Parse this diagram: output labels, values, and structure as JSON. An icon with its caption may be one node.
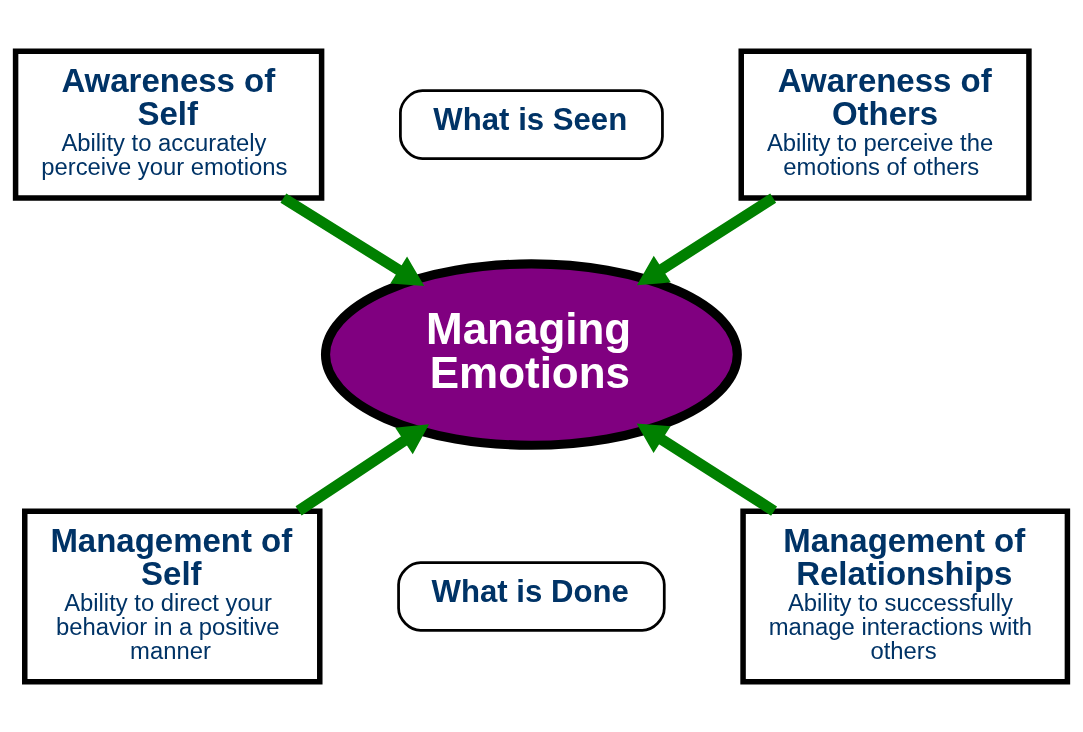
{
  "diagram": {
    "nodes": [
      {
        "text": [
          "Awareness of Self",
          "Ability to accurately perceive your emotions"
        ]
      },
      {
        "text": [
          "What is Seen"
        ]
      },
      {
        "text": [
          "Awareness of Others",
          "Ability to perceive the emotions of others"
        ]
      },
      {
        "text": [
          "Managing Emotions"
        ]
      },
      {
        "text": [
          "Management of Self",
          "Ability to direct your behavior in a positive manner"
        ]
      },
      {
        "text": [
          "What is Done"
        ]
      },
      {
        "text": [
          "Management of Relationships",
          "Ability to successfully manage interactions with others"
        ]
      }
    ],
    "edges": [
      {
        "from": 0,
        "to": 3,
        "arrow": "to"
      },
      {
        "from": 2,
        "to": 3,
        "arrow": "to"
      },
      {
        "from": 4,
        "to": 3,
        "arrow": "to"
      },
      {
        "from": 6,
        "to": 3,
        "arrow": "to"
      }
    ]
  }
}
